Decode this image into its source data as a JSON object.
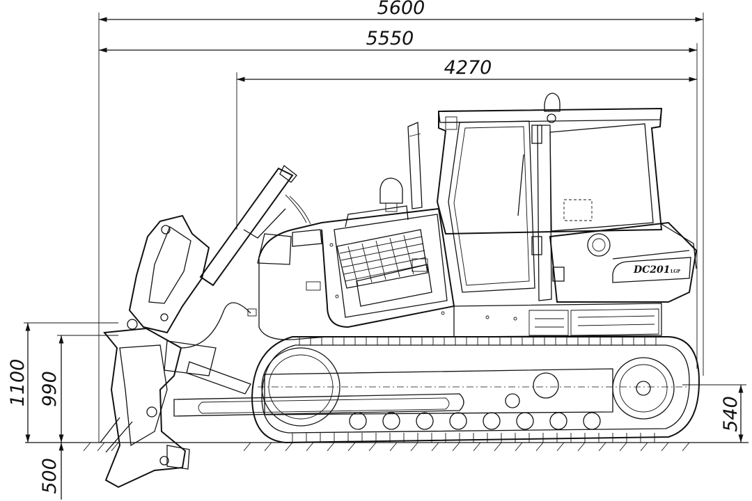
{
  "dimensions": {
    "overall_length": "5600",
    "machine_length": "5550",
    "track_length": "4270",
    "blade_height": "1100",
    "blade_lift": "990",
    "ground_clearance": "540",
    "dig_depth": "500"
  },
  "machine": {
    "model_main": "DC201",
    "model_suffix": "LGP"
  }
}
